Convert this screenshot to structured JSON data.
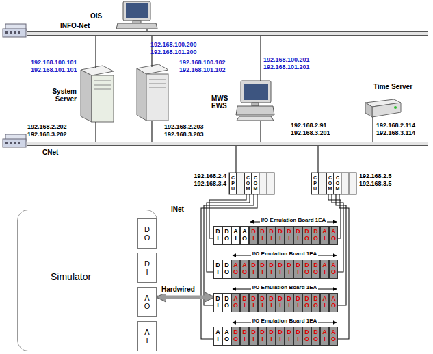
{
  "diagram": {
    "nodes": [
      {
        "text": [
          "OIS",
          "192.168.100.200 192.168.101.200"
        ]
      },
      {
        "text": [
          "INFO-Net"
        ]
      },
      {
        "text": [
          "192.168.100.101 192.168.101.101",
          "System Server",
          "192.168.2.202 192.168.3.202"
        ]
      },
      {
        "text": [
          "192.168.100.102 192.168.101.102",
          "192.168.2.203 192.168.3.203"
        ]
      },
      {
        "text": [
          "192.168.100.201 192.168.101.201",
          "MWS EWS",
          "192.168.2.91 192.168.3.201"
        ]
      },
      {
        "text": [
          "Time Server",
          "192.168.2.114 192.168.3.114"
        ]
      },
      {
        "text": [
          "CNet"
        ]
      },
      {
        "text": [
          "192.168.2.4 192.168.3.4"
        ]
      },
      {
        "text": [
          "C P U"
        ],
        "in": 7
      },
      {
        "text": [
          "C O M"
        ],
        "in": 7
      },
      {
        "text": [
          "C O M"
        ],
        "in": 7
      },
      {
        "text": [
          "192.168.2.5 192.168.3.5"
        ]
      },
      {
        "text": [
          "C P U"
        ],
        "in": 11
      },
      {
        "text": [
          "C O M"
        ],
        "in": 11
      },
      {
        "text": [
          "C O M"
        ],
        "in": 11
      },
      {
        "text": [
          "Simulator"
        ]
      },
      {
        "text": [
          "D O"
        ],
        "in": 15
      },
      {
        "text": [
          "D I"
        ],
        "in": 15
      },
      {
        "text": [
          "A O"
        ],
        "in": 15
      },
      {
        "text": [
          "A I"
        ],
        "in": 15
      },
      {
        "text": [
          "I/O Emulation Board 1EA"
        ]
      },
      {
        "text": [
          "D I"
        ],
        "in": 20
      },
      {
        "text": [
          "D O"
        ],
        "in": 20
      },
      {
        "text": [
          "A I"
        ],
        "in": 20
      },
      {
        "text": [
          "A O"
        ],
        "in": 20
      },
      {
        "text": [
          "D I"
        ],
        "in": 20
      },
      {
        "text": [
          "D I"
        ],
        "in": 20
      },
      {
        "text": [
          "D I"
        ],
        "in": 20
      },
      {
        "text": [
          "D I"
        ],
        "in": 20
      },
      {
        "text": [
          "D I"
        ],
        "in": 20
      },
      {
        "text": [
          "D I"
        ],
        "in": 20
      },
      {
        "text": [
          "D O"
        ],
        "in": 20
      },
      {
        "text": [
          "D O"
        ],
        "in": 20
      },
      {
        "text": [
          "A I"
        ],
        "in": 20
      },
      {
        "text": [
          "A O"
        ],
        "in": 20
      },
      {
        "text": [
          "I/O Emulation Board 1EA"
        ]
      },
      {
        "text": [
          "D I"
        ],
        "in": 35
      },
      {
        "text": [
          "D O"
        ],
        "in": 35
      },
      {
        "text": [
          "A O"
        ],
        "in": 35
      },
      {
        "text": [
          "A O"
        ],
        "in": 35
      },
      {
        "text": [
          "D I"
        ],
        "in": 35
      },
      {
        "text": [
          "D I"
        ],
        "in": 35
      },
      {
        "text": [
          "D I"
        ],
        "in": 35
      },
      {
        "text": [
          "D I"
        ],
        "in": 35
      },
      {
        "text": [
          "D I"
        ],
        "in": 35
      },
      {
        "text": [
          "D I"
        ],
        "in": 35
      },
      {
        "text": [
          "D O"
        ],
        "in": 35
      },
      {
        "text": [
          "D O"
        ],
        "in": 35
      },
      {
        "text": [
          "A I"
        ],
        "in": 35
      },
      {
        "text": [
          "A O"
        ],
        "in": 35
      },
      {
        "text": [
          "I/O Emulation Board 1EA"
        ]
      },
      {
        "text": [
          "D I"
        ],
        "in": 50
      },
      {
        "text": [
          "D O"
        ],
        "in": 50
      },
      {
        "text": [
          "A O"
        ],
        "in": 50
      },
      {
        "text": [
          "D I"
        ],
        "in": 50
      },
      {
        "text": [
          "D I"
        ],
        "in": 50
      },
      {
        "text": [
          "D I"
        ],
        "in": 50
      },
      {
        "text": [
          "D I"
        ],
        "in": 50
      },
      {
        "text": [
          "D I"
        ],
        "in": 50
      },
      {
        "text": [
          "D I"
        ],
        "in": 50
      },
      {
        "text": [
          "D I"
        ],
        "in": 50
      },
      {
        "text": [
          "D O"
        ],
        "in": 50
      },
      {
        "text": [
          "D O"
        ],
        "in": 50
      },
      {
        "text": [
          "A I"
        ],
        "in": 50
      },
      {
        "text": [
          "A O"
        ],
        "in": 50
      },
      {
        "text": [
          "I/O Emulation Board 1EA"
        ]
      },
      {
        "text": [
          "A I"
        ],
        "in": 65
      },
      {
        "text": [
          "A O"
        ],
        "in": 65
      },
      {
        "text": [
          "D O"
        ],
        "in": 65
      },
      {
        "text": [
          "D I"
        ],
        "in": 65
      },
      {
        "text": [
          "D I"
        ],
        "in": 65
      },
      {
        "text": [
          "D I"
        ],
        "in": 65
      },
      {
        "text": [
          "D I"
        ],
        "in": 65
      },
      {
        "text": [
          "D I"
        ],
        "in": 65
      },
      {
        "text": [
          "D I"
        ],
        "in": 65
      },
      {
        "text": [
          "D I"
        ],
        "in": 65
      },
      {
        "text": [
          "D O"
        ],
        "in": 65
      },
      {
        "text": [
          "D O"
        ],
        "in": 65
      },
      {
        "text": [
          "A I"
        ],
        "in": 65
      },
      {
        "text": [
          "A O"
        ],
        "in": 65
      }
    ],
    "edges": [
      {
        "from": 0,
        "to": 1,
        "arrow": "none"
      },
      {
        "from": 2,
        "to": 1,
        "arrow": "none"
      },
      {
        "from": 3,
        "to": 1,
        "arrow": "none"
      },
      {
        "from": 4,
        "to": 1,
        "arrow": "none"
      },
      {
        "from": 2,
        "to": 6,
        "arrow": "none"
      },
      {
        "from": 3,
        "to": 6,
        "arrow": "none"
      },
      {
        "from": 4,
        "to": 6,
        "arrow": "none"
      },
      {
        "from": 5,
        "to": 6,
        "arrow": "none"
      },
      {
        "from": 7,
        "to": 6,
        "arrow": "none"
      },
      {
        "from": 11,
        "to": 6,
        "arrow": "none"
      },
      {
        "from": 9,
        "to": 20,
        "arrow": "none"
      },
      {
        "from": 9,
        "to": 35,
        "arrow": "none"
      },
      {
        "from": 10,
        "to": 50,
        "arrow": "none"
      },
      {
        "from": 10,
        "to": 65,
        "arrow": "none"
      },
      {
        "from": 13,
        "to": 20,
        "arrow": "none"
      },
      {
        "from": 13,
        "to": 35,
        "arrow": "none"
      },
      {
        "from": 14,
        "to": 50,
        "arrow": "none"
      },
      {
        "from": 14,
        "to": 65,
        "arrow": "none"
      },
      {
        "from": 15,
        "to": 50,
        "label": "Hardwired",
        "arrow": "both"
      }
    ],
    "labels": [
      "INet"
    ]
  }
}
